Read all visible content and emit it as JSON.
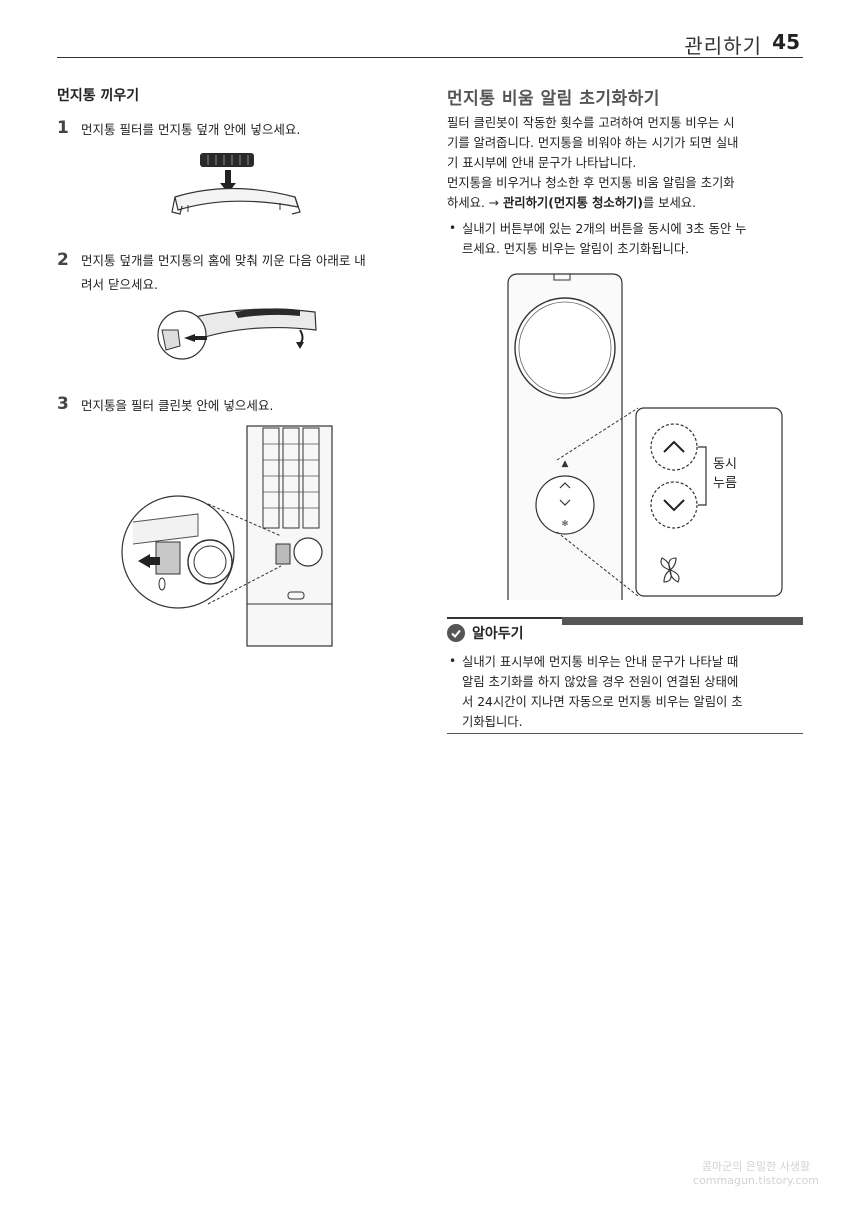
{
  "header": {
    "section": "관리하기",
    "page_number": "45"
  },
  "left": {
    "title": "먼지통 끼우기",
    "steps": [
      {
        "num": "1",
        "lines": [
          "먼지통 필터를 먼지통 덮개 안에 넣으세요."
        ]
      },
      {
        "num": "2",
        "lines": [
          "먼지통 덮개를 먼지통의 홈에 맞춰 끼운 다음 아래로 내",
          "려서 닫으세요."
        ]
      },
      {
        "num": "3",
        "lines": [
          "먼지통을 필터 클린봇 안에 넣으세요."
        ]
      }
    ]
  },
  "right": {
    "title": "먼지통 비움 알림 초기화하기",
    "para1": [
      "필터 클린봇이 작동한 횟수를 고려하여 먼지통 비우는 시",
      "기를 알려줍니다. 먼지통을 비워야 하는 시기가 되면 실내",
      "기 표시부에 안내 문구가 나타납니다."
    ],
    "para2_line1": "먼지통을 비우거나 청소한 후 먼지통 비움 알림을 초기화",
    "para2_prefix": "하세요. → ",
    "para2_link": "관리하기(먼지통 청소하기)",
    "para2_suffix": "를 보세요.",
    "bullet": [
      "실내기 버튼부에 있는 2개의 버튼을 동시에 3초 동안 누",
      "르세요. 먼지통 비우는 알림이 초기화됩니다."
    ],
    "figure_labels": [
      "동시",
      "누름"
    ]
  },
  "note": {
    "title": "알아두기",
    "lines": [
      "실내기 표시부에 먼지통 비우는 안내 문구가 나타날 때",
      "알림 초기화를 하지 않았을 경우 전원이 연결된 상태에",
      "서 24시간이 지나면 자동으로 먼지통 비우는 알림이 초",
      "기화됩니다."
    ]
  },
  "watermark": {
    "line1": "콤마군의 은밀한 사생활",
    "line2": "commagun.tistory.com"
  }
}
